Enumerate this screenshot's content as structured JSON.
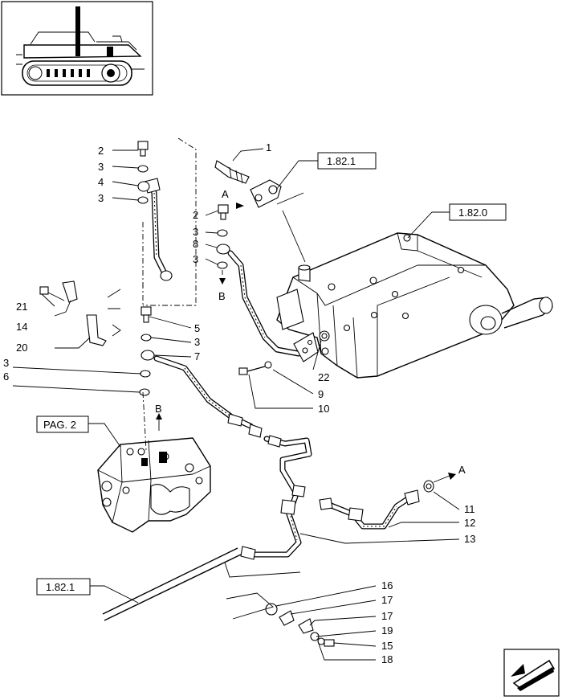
{
  "callouts": {
    "c1": "1",
    "c2a": "2",
    "c3a": "3",
    "c4": "4",
    "c3b": "3",
    "c2b": "2",
    "c3c": "3",
    "c8": "8",
    "c3d": "3",
    "c21": "21",
    "c14": "14",
    "c20": "20",
    "c3e": "3",
    "c6": "6",
    "c5": "5",
    "c3f": "3",
    "c7": "7",
    "c22": "22",
    "c9": "9",
    "c10": "10",
    "c11": "11",
    "c12": "12",
    "c13": "13",
    "c16": "16",
    "c17a": "17",
    "c17b": "17",
    "c19": "19",
    "c15": "15",
    "c18": "18"
  },
  "flow_labels": {
    "a_top": "A",
    "b_top": "B",
    "b_mid": "B",
    "a_right": "A"
  },
  "references": {
    "ref_1821_top": "1.82.1",
    "ref_1820": "1.82.0",
    "ref_pag2": "PAG. 2",
    "ref_1821_bottom": "1.82.1"
  }
}
